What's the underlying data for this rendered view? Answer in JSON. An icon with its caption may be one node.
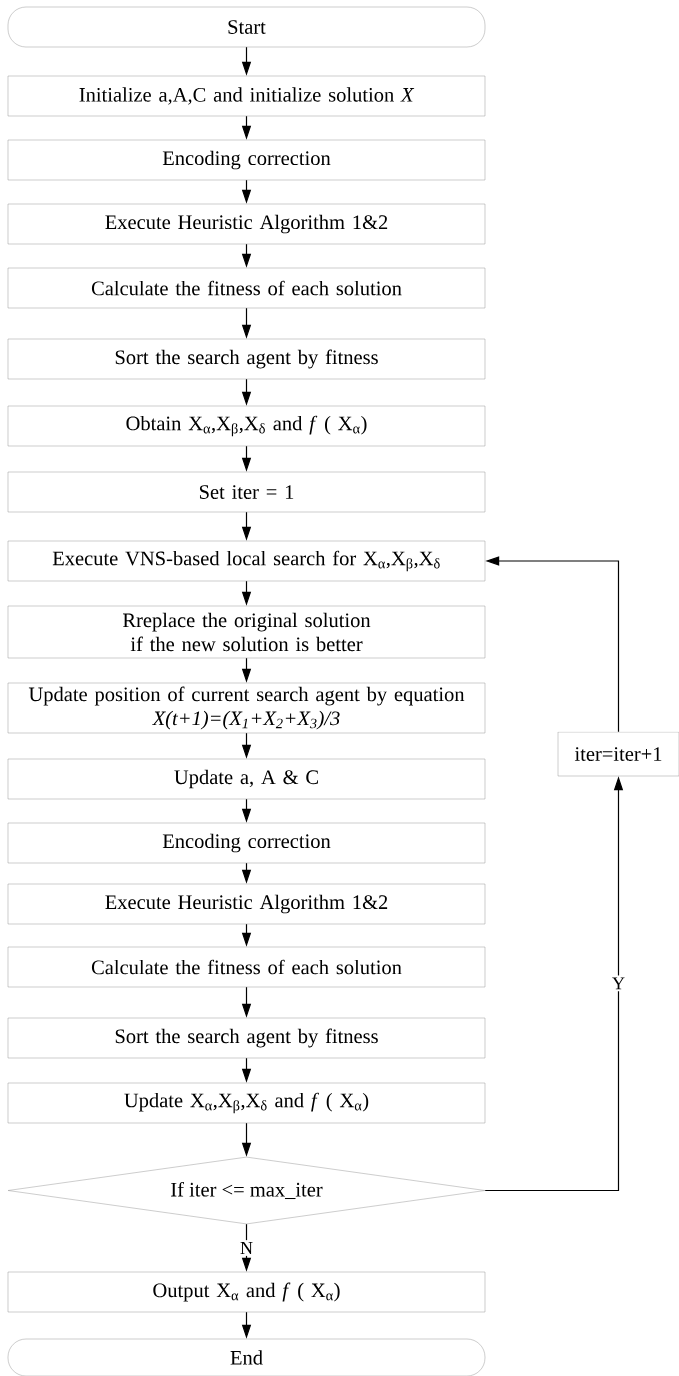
{
  "diagram": {
    "nodes": [
      {
        "text": [
          "Start"
        ]
      },
      {
        "text": [
          "Initialize a,A,C and initialize solution *X*"
        ]
      },
      {
        "text": [
          "Encoding correction"
        ]
      },
      {
        "text": [
          "Execute Heuristic Algorithm 1&2"
        ]
      },
      {
        "text": [
          "Calculate the fitness of each solution"
        ]
      },
      {
        "text": [
          "Sort the search agent by fitness"
        ]
      },
      {
        "text": [
          "Obtain X$_{α}$,X$_{β}$,X$_{δ}$ and *f* ( X$_{α}$)"
        ]
      },
      {
        "text": [
          "Set iter = 1"
        ]
      },
      {
        "text": [
          "Execute VNS-based local search for X$_{α}$,X$_{β}$,X$_{δ}$"
        ]
      },
      {
        "text": [
          "Rreplace the original solution if the new solution is better"
        ]
      },
      {
        "text": [
          "Update position of current search agent by equation",
          "X(t+1)=(X$_{1}$+X$_{2}$+X$_{3}$)/3"
        ]
      },
      {
        "text": [
          "Update a, A & C"
        ]
      },
      {
        "text": [
          "Encoding correction"
        ]
      },
      {
        "text": [
          "Execute Heuristic Algorithm 1&2"
        ]
      },
      {
        "text": [
          "Calculate the fitness of each solution"
        ]
      },
      {
        "text": [
          "Sort the search agent by fitness"
        ]
      },
      {
        "text": [
          "Update X$_{α}$,X$_{β}$,X$_{δ}$ and *f* ( X$_{α}$)"
        ]
      },
      {
        "text": [
          "If iter <= max_iter"
        ]
      },
      {
        "text": [
          "Output X$_{α}$ and *f* ( X$_{α}$)"
        ]
      },
      {
        "text": [
          "End"
        ]
      },
      {
        "text": [
          "iter=iter+1"
        ]
      }
    ],
    "edges": [
      {
        "from": 0,
        "to": 1,
        "arrow": "to"
      },
      {
        "from": 1,
        "to": 2,
        "arrow": "to"
      },
      {
        "from": 2,
        "to": 3,
        "arrow": "to"
      },
      {
        "from": 3,
        "to": 4,
        "arrow": "to"
      },
      {
        "from": 4,
        "to": 5,
        "arrow": "to"
      },
      {
        "from": 5,
        "to": 6,
        "arrow": "to"
      },
      {
        "from": 6,
        "to": 7,
        "arrow": "to"
      },
      {
        "from": 7,
        "to": 8,
        "arrow": "to"
      },
      {
        "from": 8,
        "to": 9,
        "arrow": "to"
      },
      {
        "from": 9,
        "to": 10,
        "arrow": "to"
      },
      {
        "from": 10,
        "to": 11,
        "arrow": "to"
      },
      {
        "from": 11,
        "to": 12,
        "arrow": "to"
      },
      {
        "from": 12,
        "to": 13,
        "arrow": "to"
      },
      {
        "from": 13,
        "to": 14,
        "arrow": "to"
      },
      {
        "from": 14,
        "to": 15,
        "arrow": "to"
      },
      {
        "from": 15,
        "to": 16,
        "arrow": "to"
      },
      {
        "from": 16,
        "to": 17,
        "arrow": "to"
      },
      {
        "from": 17,
        "to": 18,
        "arrow": "to",
        "label": "N"
      },
      {
        "from": 18,
        "to": 19,
        "arrow": "to"
      },
      {
        "from": 17,
        "to": 20,
        "arrow": "to",
        "label": "Y"
      },
      {
        "from": 20,
        "to": 8,
        "arrow": "to"
      }
    ]
  }
}
